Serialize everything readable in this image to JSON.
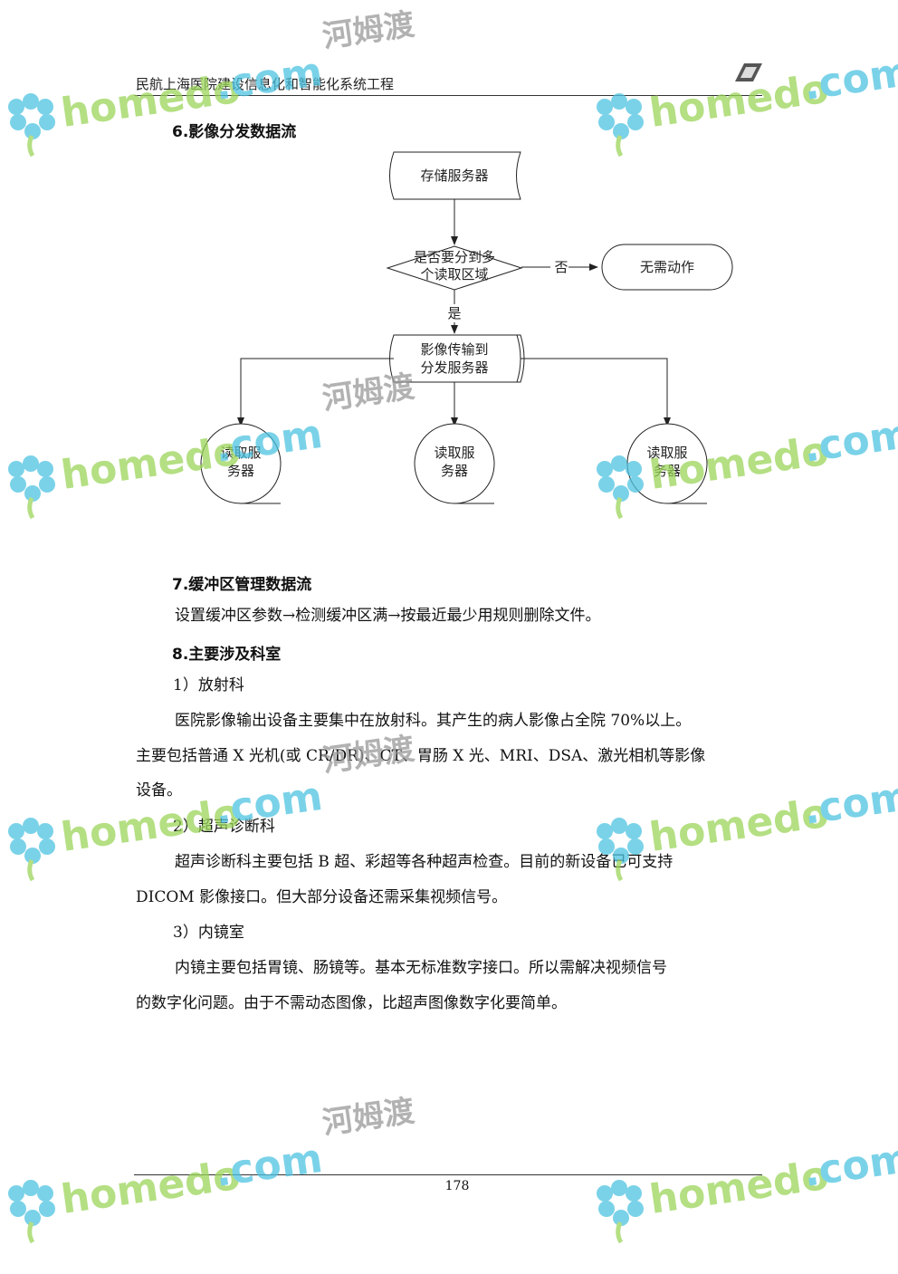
{
  "header": {
    "title": "民航上海医院建设信息化和智能化系统工程"
  },
  "sections": {
    "s6_title": "6.影像分发数据流",
    "s7_title": "7.缓冲区管理数据流",
    "s7_text": "设置缓冲区参数→检测缓冲区满→按最近最少用规则删除文件。",
    "s8_title": "8.主要涉及科室"
  },
  "flow": {
    "storage": "存储服务器",
    "decision_line1": "是否要分到多",
    "decision_line2": "个读取区域",
    "no_label": "否",
    "yes_label": "是",
    "no_action": "无需动作",
    "transfer_line1": "影像传输到",
    "transfer_line2": "分发服务器",
    "reader_line1": "读取服",
    "reader_line2": "务器"
  },
  "body": {
    "item1_title": "1）放射科",
    "item1_p1": "医院影像输出设备主要集中在放射科。其产生的病人影像占全院 70%以上。",
    "item1_p2": "主要包括普通 X 光机(或 CR/DR)、CT、胃肠 X 光、MRI、DSA、激光相机等影像",
    "item1_p3": "设备。",
    "item2_title": "2）超声诊断科",
    "item2_p1": "超声诊断科主要包括 B 超、彩超等各种超声检查。目前的新设备已可支持",
    "item2_p2": "DICOM 影像接口。但大部分设备还需采集视频信号。",
    "item3_title": "3）内镜室",
    "item3_p1": "内镜主要包括胃镜、肠镜等。基本无标准数字接口。所以需解决视频信号",
    "item3_p2": "的数字化问题。由于不需动态图像，比超声图像数字化要简单。"
  },
  "footer": {
    "page_number": "178"
  },
  "watermark": {
    "brand": "homedo",
    "dot_com": ".com",
    "cn": "河姆渡"
  }
}
